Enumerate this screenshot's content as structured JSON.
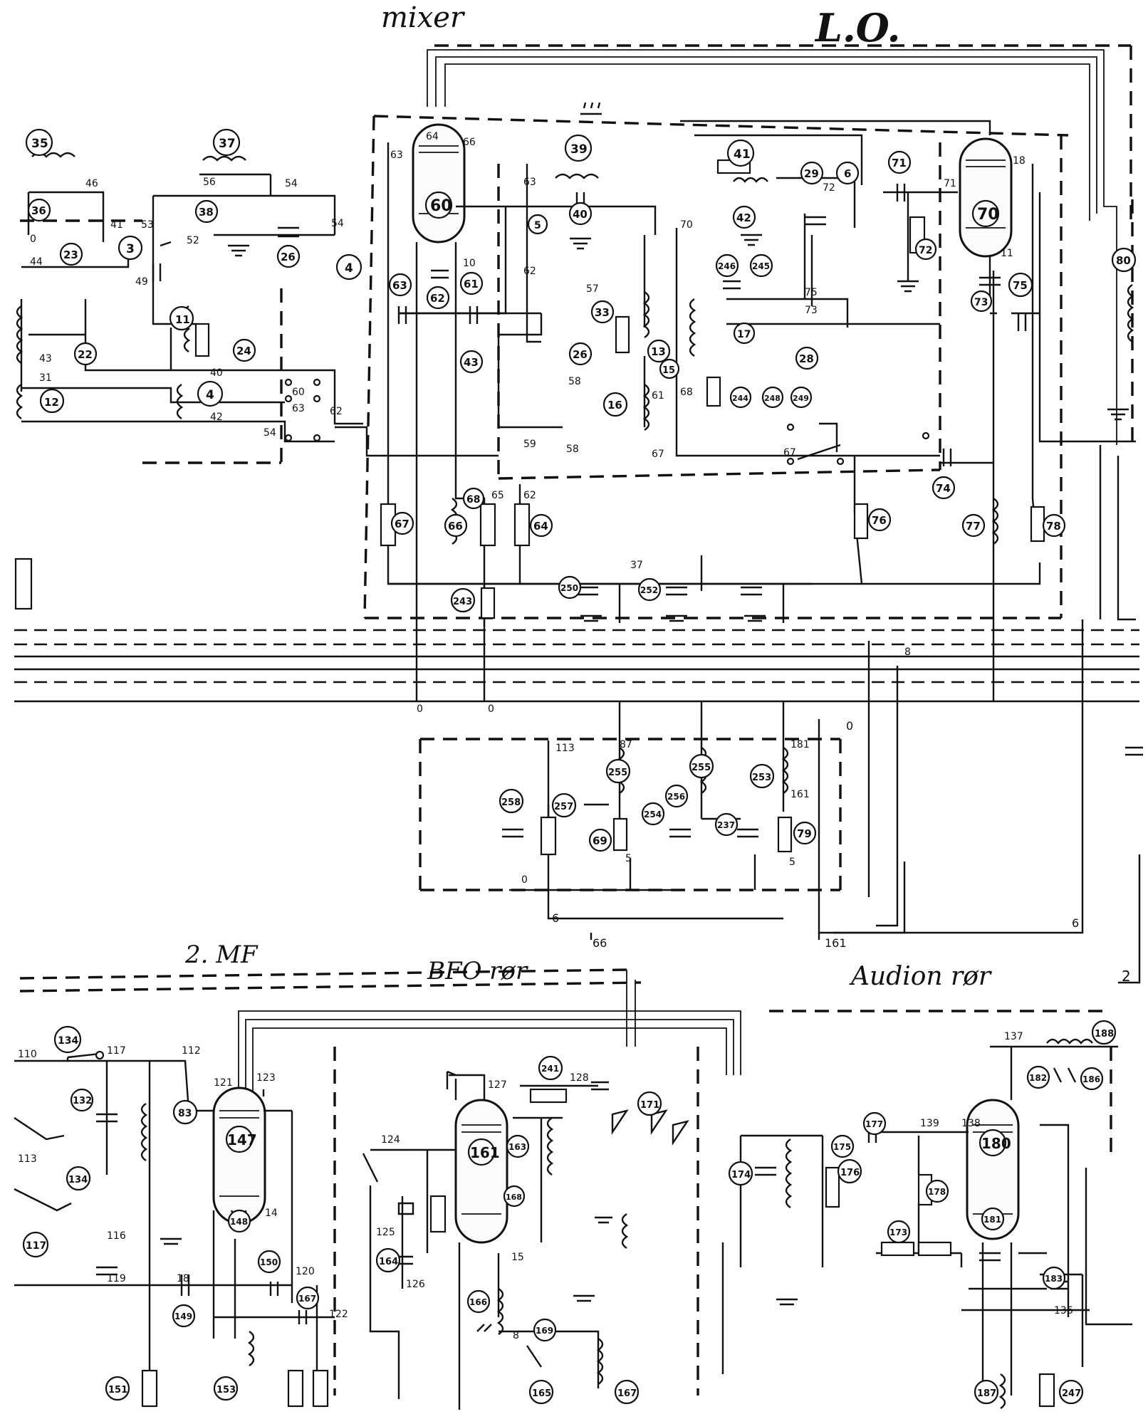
{
  "section_labels": {
    "mixer": "mixer",
    "lo": "L.O.",
    "mf2": "2. MF",
    "bfo": "BFO rør",
    "audion": "Audion rør"
  },
  "tubes": {
    "mixer": "60",
    "lo": "70",
    "mf2": "147",
    "bfo": "161",
    "audion": "180"
  },
  "components": {
    "c35": "35",
    "c36": "36",
    "c37": "37",
    "c38": "38",
    "c39": "39",
    "c40": "40",
    "c41": "41",
    "c42": "42",
    "c3": "3",
    "c4a": "4",
    "c4b": "4",
    "c23": "23",
    "c11": "11",
    "c12": "12",
    "c22": "22",
    "c24": "24",
    "c26a": "26",
    "c26b": "26",
    "c62": "62",
    "c61": "61",
    "c63": "63",
    "c43": "43",
    "c5": "5",
    "c33": "33",
    "c13": "13",
    "c16": "16",
    "c15": "15",
    "c17": "17",
    "c28": "28",
    "c29": "29",
    "c6": "6",
    "c71": "71",
    "c72": "72",
    "c73": "73",
    "c75": "75",
    "c74": "74",
    "c76": "76",
    "c77": "77",
    "c78": "78",
    "c80": "80",
    "c67": "67",
    "c66": "66",
    "c68": "68",
    "c64": "64",
    "c243": "243",
    "c255a": "255",
    "c255b": "255",
    "c257": "257",
    "c69": "69",
    "c79": "79",
    "c258": "258",
    "c254": "254",
    "c237": "237",
    "c256": "256",
    "c134a": "134",
    "c132": "132",
    "c134b": "134",
    "c117": "117",
    "c83": "83",
    "c147": "147",
    "c148": "148",
    "c150": "150",
    "c149": "149",
    "c167": "167",
    "c151": "151",
    "c153": "153",
    "c241": "241",
    "c163": "163",
    "c168": "168",
    "c171": "171",
    "c164": "164",
    "c166": "166",
    "c169": "169",
    "c165": "165",
    "c174": "174",
    "c176": "176",
    "c175": "175",
    "c173": "173",
    "c178": "178",
    "c177": "177",
    "c181": "181",
    "c183": "183",
    "c187": "187",
    "c188": "188",
    "c182": "182",
    "c186": "186",
    "c246": "246",
    "c245": "245",
    "c244": "244",
    "c247": "247",
    "c248": "248",
    "c249": "249",
    "c250": "250",
    "c252": "252",
    "c253": "253"
  },
  "wire_labels": {
    "n46": "46",
    "n44": "44",
    "n43": "43",
    "n0a": "0",
    "n49": "49",
    "n31": "31",
    "n41": "41",
    "n56": "56",
    "n54a": "54",
    "n53": "53",
    "n52": "52",
    "n54b": "54",
    "n63a": "63",
    "n64": "64",
    "n66": "66",
    "n10": "10",
    "n65": "65",
    "n62a": "62",
    "n63b": "63",
    "n57": "57",
    "n58": "58",
    "n62b": "62",
    "n70": "70",
    "n68": "68",
    "n61": "61",
    "n67a": "67",
    "n67b": "67",
    "n75": "75",
    "n73": "73",
    "n18": "18",
    "n11": "11",
    "n71": "71",
    "n72": "72",
    "n59": "59",
    "n58b": "58",
    "n60": "60",
    "n63c": "63",
    "n62c": "62",
    "n54c": "54",
    "n40": "40",
    "n42": "42",
    "n37": "37",
    "n113": "113",
    "n87": "87",
    "n181": "181",
    "n161": "161",
    "n6a": "6",
    "n66out": "66",
    "n161out": "161",
    "n6b": "6",
    "n8": "8",
    "n2": "2",
    "n0b": "0",
    "n0c": "0",
    "n0d": "0",
    "n5a": "5",
    "n5b": "5",
    "n0e": "0",
    "n110": "110",
    "n117": "117",
    "n112": "112",
    "n113b": "113",
    "n116": "116",
    "n119": "119",
    "n121": "121",
    "n122": "122",
    "n123": "123",
    "n120": "120",
    "n14": "14",
    "n18b": "18",
    "n127": "127",
    "n128": "128",
    "n124": "124",
    "n125": "125",
    "n126": "126",
    "n15": "15",
    "n8b": "8",
    "n136": "136",
    "n137": "137",
    "n139": "139",
    "n138": "138"
  }
}
